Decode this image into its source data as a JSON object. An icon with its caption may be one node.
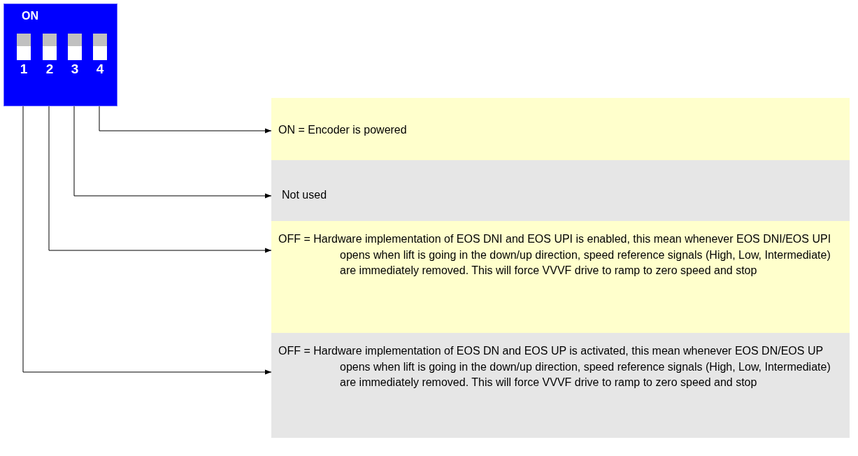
{
  "diagram": {
    "nodes": [
      {
        "text": [
          "ON"
        ]
      },
      {
        "text": [
          "1"
        ],
        "in": 0
      },
      {
        "text": [
          "2"
        ],
        "in": 0
      },
      {
        "text": [
          "3"
        ],
        "in": 0
      },
      {
        "text": [
          "4"
        ],
        "in": 0
      },
      {
        "text": [
          "ON = Encoder is powered"
        ]
      },
      {
        "text": [
          "Not used"
        ]
      },
      {
        "text": [
          "OFF = Hardware implementation of EOS DNI and EOS UPI is enabled, this mean whenever EOS DNI/EOS UPI opens when lift is going in the down/up direction, speed reference signals (High, Low, Intermediate) are immediately removed. This will force VVVF drive to ramp to zero speed and stop"
        ]
      },
      {
        "text": [
          "OFF = Hardware implementation of EOS DN and EOS UP is activated, this mean whenever EOS DN/EOS UP opens when lift is going in the down/up direction, speed reference signals (High, Low, Intermediate) are immediately removed. This will force VVVF drive to ramp to zero speed and stop"
        ]
      }
    ],
    "edges": [
      {
        "from": 4,
        "to": 5,
        "arrow": "to"
      },
      {
        "from": 3,
        "to": 6,
        "arrow": "to"
      },
      {
        "from": 2,
        "to": 7,
        "arrow": "to"
      },
      {
        "from": 1,
        "to": 8,
        "arrow": "to"
      }
    ]
  }
}
